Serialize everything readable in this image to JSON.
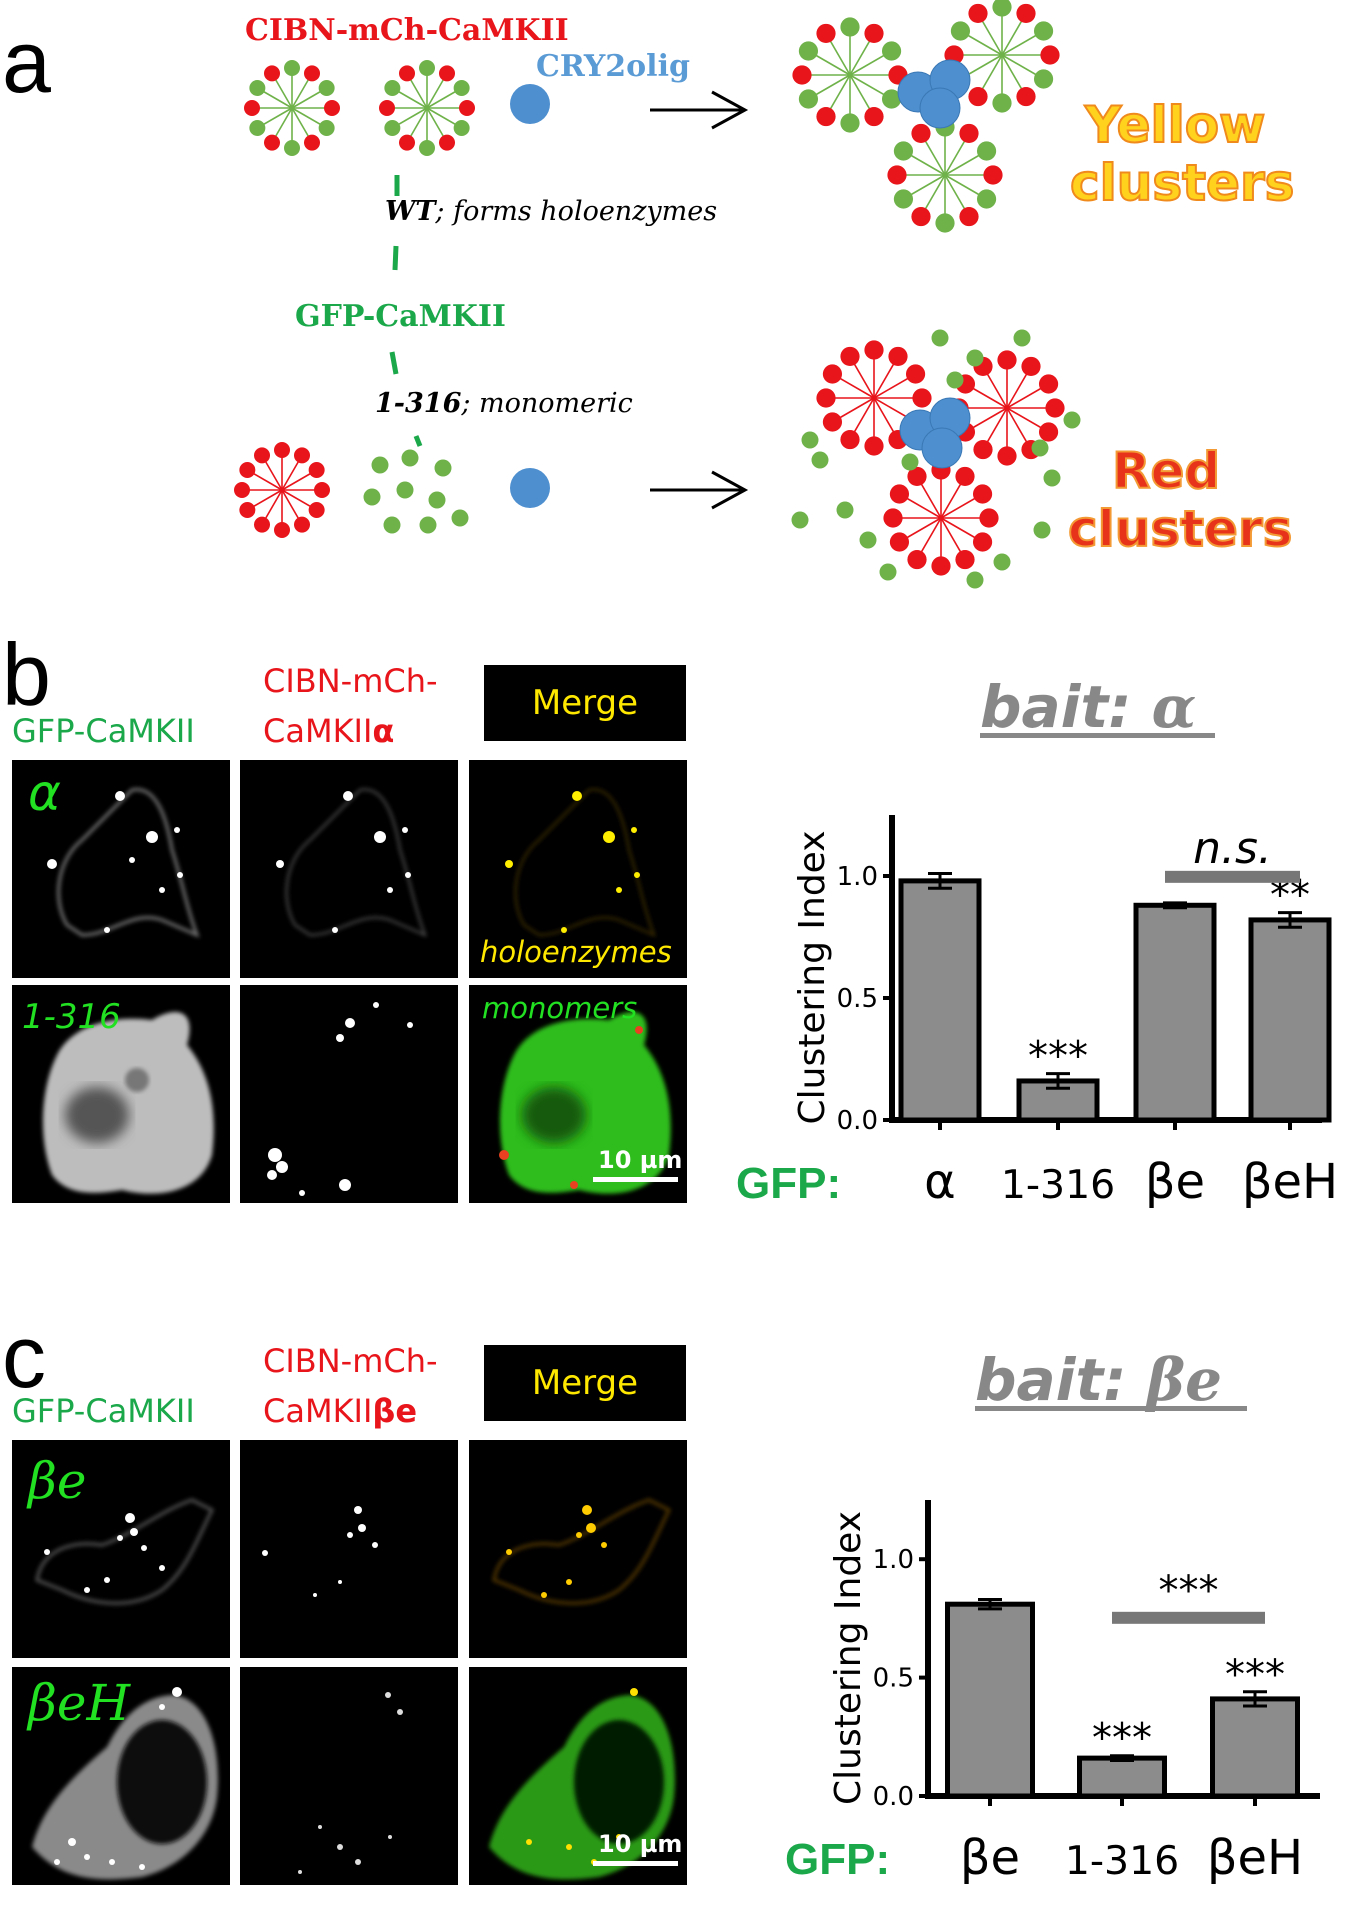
{
  "panel_a": {
    "letter": "a",
    "cibn_label": "CIBN-mCh-CaMKII",
    "cry_label": "CRY2olig",
    "wt_bold": "WT",
    "wt_rest": "; forms holoenzymes",
    "gfp_label": "GFP-CaMKII",
    "mono_bold": "1-316",
    "mono_rest": "; monomeric",
    "yellow_line1": "Yellow",
    "yellow_line2": "clusters",
    "red_line1": "Red",
    "red_line2": "clusters",
    "colors": {
      "red": "#e8151b",
      "green": "#6fb24a",
      "blue": "#4d8fcf",
      "label_green": "#1aa84a",
      "cry_blue": "#5b9bd5"
    }
  },
  "panel_b": {
    "letter": "b",
    "col1": "GFP-CaMKII",
    "col2_line1": "CIBN-mCh-",
    "col2_line2_plain": "CaMKII",
    "col2_line2_bold": "α",
    "merge": "Merge",
    "row1_label": "α",
    "row2_label": "1-316",
    "holoenzymes": "holoenzymes",
    "monomers": "monomers",
    "scalebar": "10 µm",
    "bait_prefix": "bait: ",
    "bait_symbol": "α",
    "chart_data": {
      "type": "bar",
      "ylabel": "Clustering Index",
      "xaxis_prefix": "GFP:",
      "categories": [
        "α",
        "1-316",
        "βe",
        "βeH"
      ],
      "values": [
        0.98,
        0.16,
        0.88,
        0.82
      ],
      "errors": [
        0.03,
        0.03,
        0.01,
        0.03
      ],
      "significance": [
        "",
        "***",
        "",
        "**"
      ],
      "bracket": {
        "from": 2,
        "to": 3,
        "label": "n.s."
      },
      "yticks": [
        "0.0",
        "0.5",
        "1.0"
      ],
      "ylim": [
        0,
        1.25
      ]
    }
  },
  "panel_c": {
    "letter": "c",
    "col1": "GFP-CaMKII",
    "col2_line1": "CIBN-mCh-",
    "col2_line2_plain": "CaMKII",
    "col2_line2_bold": "βe",
    "merge": "Merge",
    "row1_label": "βe",
    "row2_label": "βeH",
    "scalebar": "10 µm",
    "bait_prefix": "bait: ",
    "bait_symbol": "βe",
    "chart_data": {
      "type": "bar",
      "ylabel": "Clustering Index",
      "xaxis_prefix": "GFP:",
      "categories": [
        "βe",
        "1-316",
        "βeH"
      ],
      "values": [
        0.81,
        0.16,
        0.41
      ],
      "errors": [
        0.02,
        0.01,
        0.03
      ],
      "significance": [
        "",
        "***",
        "***"
      ],
      "bracket": {
        "from": 1,
        "to": 2,
        "label": "***"
      },
      "yticks": [
        "0.0",
        "0.5",
        "1.0"
      ],
      "ylim": [
        0,
        1.25
      ]
    }
  }
}
